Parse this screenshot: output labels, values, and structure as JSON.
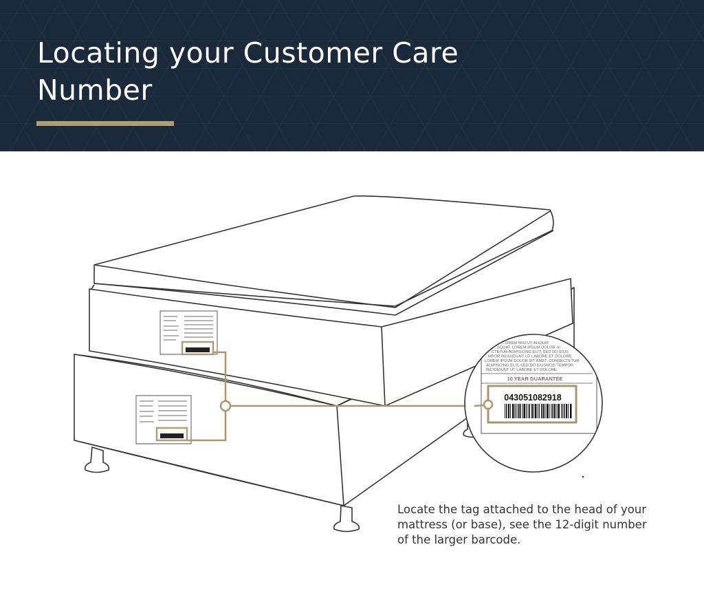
{
  "header": {
    "title": "Locating your Customer Care Number",
    "background_color": "#1b2a3b",
    "accent_color": "#b09f72"
  },
  "illustration": {
    "tag_heading": "10 YEAR GUARANTEE",
    "barcode_number": "043051082918",
    "tag_body_lines": [
      "...OREM NISI UT ALIQUIP",
      "...SQUAT. LOREM IPSUM DOLOR SI",
      "...CTETUR ADIPISCING ELIT, SED DO EIUS",
      "...MPOR INCIDIDUNT UT LABORE ET DOLORE.",
      "LOREM IPSUM DOLOR SIT AMET, CONSECTETUR",
      "ADIPISCING ELIT, SED DO EIUSMOD TEMPOR",
      "INCIDIDUNT UT LABORE ET DOLORE."
    ]
  },
  "caption": {
    "lines": [
      "Locate the tag attached to the head of your",
      "mattress (or base), see the 12-digit number",
      "of the larger barcode."
    ]
  }
}
